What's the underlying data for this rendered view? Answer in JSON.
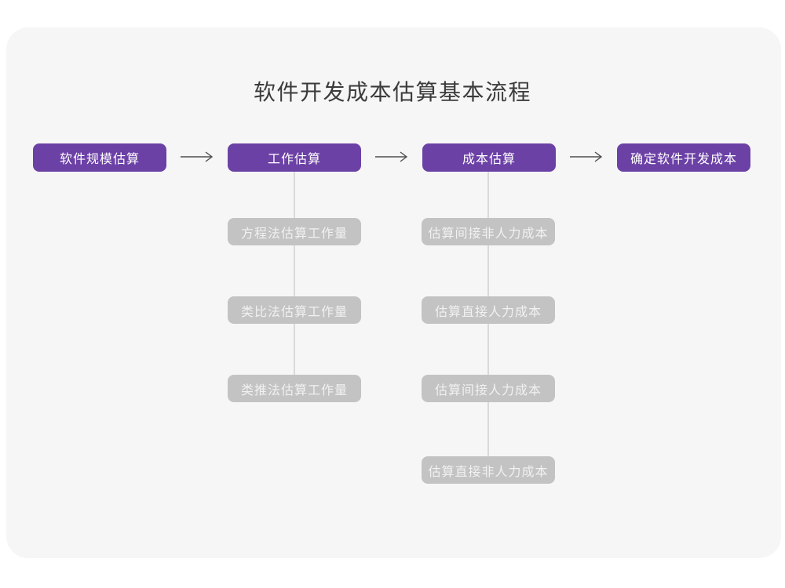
{
  "title": "软件开发成本估算基本流程",
  "colors": {
    "page_background": "#ffffff",
    "card_background": "#f6f6f6",
    "primary_node_background": "#6c41a6",
    "primary_node_text": "#ffffff",
    "sub_node_background": "#c3c3c3",
    "sub_node_text": "#f1f1f1",
    "arrow": "#4f4f4f",
    "connector_line": "#d9d9d9",
    "title_text": "#3b3b3b"
  },
  "icons": {
    "flow_arrow": "right-arrow"
  },
  "flow": {
    "main_steps": [
      {
        "label": "软件规模估算"
      },
      {
        "label": "工作估算"
      },
      {
        "label": "成本估算"
      },
      {
        "label": "确定软件开发成本"
      }
    ],
    "work_estimation_methods": [
      "方程法估算工作量",
      "类比法估算工作量",
      "类推法估算工作量"
    ],
    "cost_estimation_steps": [
      "估算间接非人力成本",
      "估算直接人力成本",
      "估算间接人力成本",
      "估算直接非人力成本"
    ]
  }
}
